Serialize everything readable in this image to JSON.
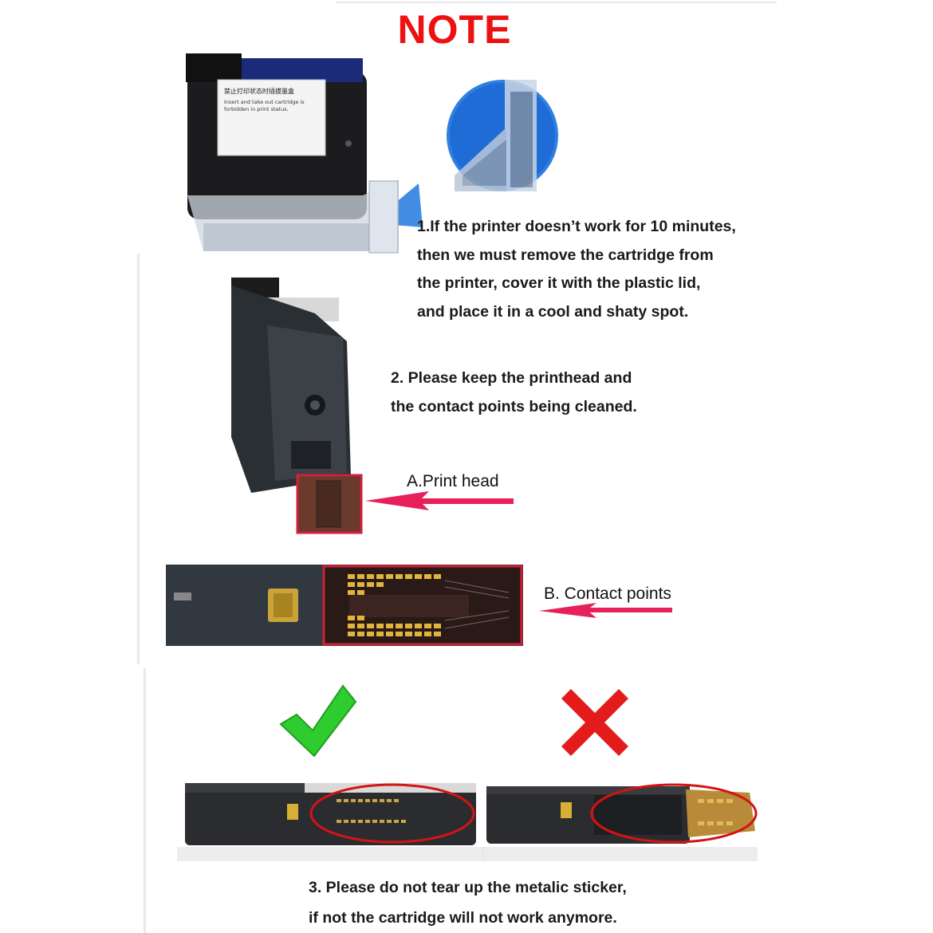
{
  "title": "NOTE",
  "cartridge_label": {
    "chinese": "禁止打印状态时插拔墨盒",
    "line1": "Insert and take out cartridge is",
    "line2": "forbidden in print status."
  },
  "step1": {
    "lines": [
      "1.If the printer doesn’t work for 10 minutes,",
      "then we must remove the cartridge from",
      "the printer, cover it with the plastic lid,",
      "and place it in a cool and shaty spot."
    ]
  },
  "step2": {
    "lines": [
      "2. Please keep the printhead and",
      "the contact points being cleaned."
    ],
    "label_a": "A.Print head",
    "label_b": "B. Contact points"
  },
  "step3": {
    "lines": [
      "3. Please do not tear up the metalic sticker,",
      "if not the cartridge will not work anymore."
    ]
  },
  "icons": {
    "correct": "check-mark-icon",
    "wrong": "cross-mark-icon"
  },
  "colors": {
    "title": "#ee1111",
    "arrow": "#e8205a",
    "highlight_box": "#d0203a",
    "check": "#2ecc2e",
    "cross": "#e41b1b",
    "lid_circle": "#2f7fe0"
  }
}
